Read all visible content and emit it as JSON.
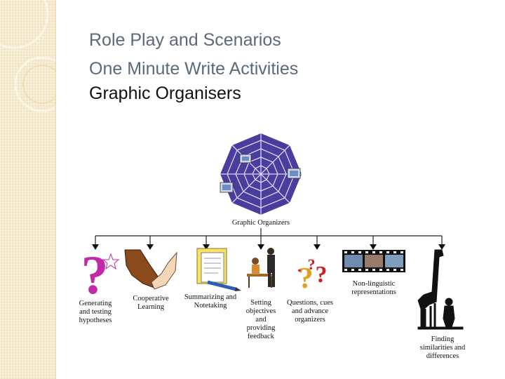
{
  "slide": {
    "bullets": [
      {
        "text": "Role Play and Scenarios",
        "color": "#5b6a7a"
      },
      {
        "text": "One Minute Write Activities",
        "color": "#5b6a7a"
      },
      {
        "text": "Graphic Organisers",
        "color": "#111111"
      }
    ]
  },
  "diagram": {
    "root_label": "Graphic Organizers",
    "root_icon": "spider-web-computers-icon",
    "branches": [
      {
        "label": "Generating and testing hypotheses",
        "icon": "question-mark-star-icon"
      },
      {
        "label": "Cooperative Learning",
        "icon": "handshake-icon"
      },
      {
        "label": "Summarizing and Notetaking",
        "icon": "notepad-pencil-icon"
      },
      {
        "label": "Setting objectives and providing feedback",
        "icon": "teacher-student-desk-icon"
      },
      {
        "label": "Questions, cues and advance organizers",
        "icon": "question-marks-icon"
      },
      {
        "label": "Non-linguistic representations",
        "icon": "film-strip-icon"
      },
      {
        "label": "Finding similarities and differences",
        "icon": "giraffe-monkey-icon"
      }
    ],
    "colors": {
      "web": "#4a3d9e",
      "line": "#222222",
      "question_mark": "#c02aa8"
    }
  }
}
